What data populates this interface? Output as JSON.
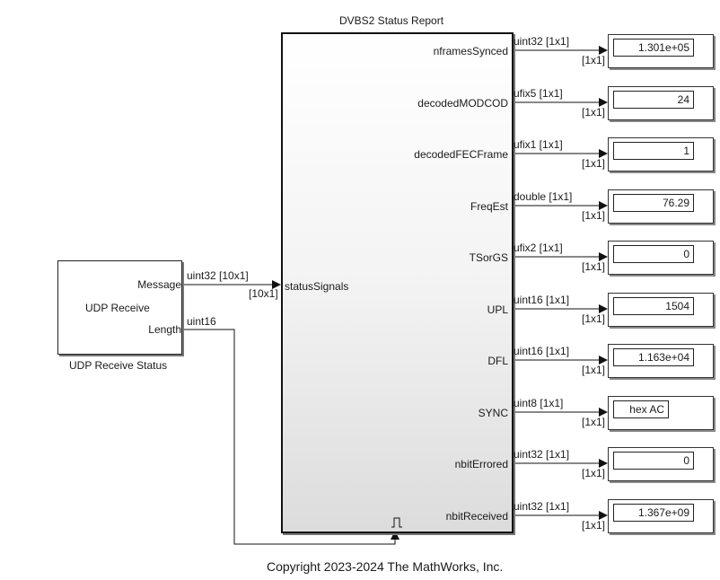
{
  "udp_block": {
    "name": "UDP Receive Status",
    "title": "UDP Receive",
    "ports": [
      "Message",
      "Length"
    ],
    "message_signal": "uint32 [10x1]",
    "message_dims": "[10x1]",
    "length_signal": "uint16"
  },
  "main_block": {
    "title": "DVBS2 Status Report",
    "input_port": "statusSignals",
    "trigger_icon": "trigger-pulse-icon"
  },
  "outputs": [
    {
      "port": "nframesSynced",
      "type": "uint32 [1x1]",
      "dims": "[1x1]",
      "value": "1.301e+05"
    },
    {
      "port": "decodedMODCOD",
      "type": "ufix5 [1x1]",
      "dims": "[1x1]",
      "value": "24"
    },
    {
      "port": "decodedFECFrame",
      "type": "ufix1 [1x1]",
      "dims": "[1x1]",
      "value": "1"
    },
    {
      "port": "FreqEst",
      "type": "double [1x1]",
      "dims": "[1x1]",
      "value": "76.29"
    },
    {
      "port": "TSorGS",
      "type": "ufix2 [1x1]",
      "dims": "[1x1]",
      "value": "0"
    },
    {
      "port": "UPL",
      "type": "uint16 [1x1]",
      "dims": "[1x1]",
      "value": "1504"
    },
    {
      "port": "DFL",
      "type": "uint16 [1x1]",
      "dims": "[1x1]",
      "value": "1.163e+04"
    },
    {
      "port": "SYNC",
      "type": "uint8 [1x1]",
      "dims": "[1x1]",
      "value": "hex AC"
    },
    {
      "port": "nbitErrored",
      "type": "uint32 [1x1]",
      "dims": "[1x1]",
      "value": "0"
    },
    {
      "port": "nbitReceived",
      "type": "uint32 [1x1]",
      "dims": "[1x1]",
      "value": "1.367e+09"
    }
  ],
  "footer": "Copyright 2023-2024 The MathWorks, Inc."
}
